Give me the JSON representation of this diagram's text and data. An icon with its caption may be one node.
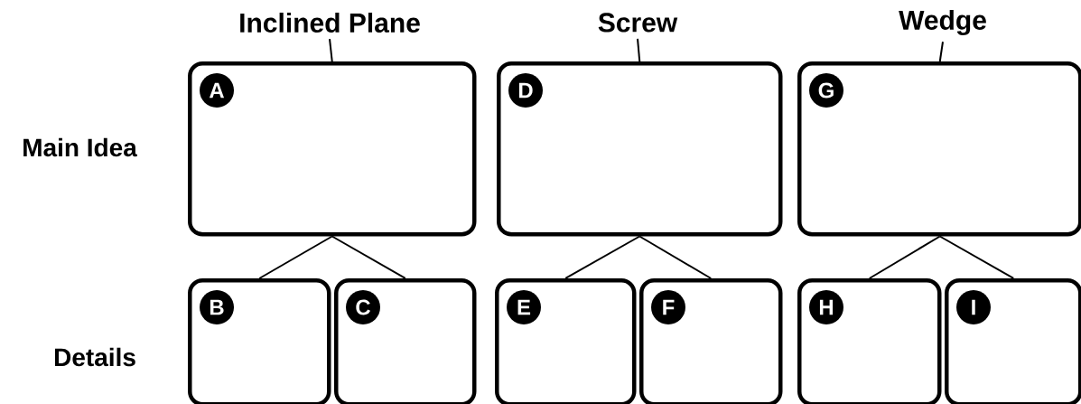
{
  "diagram": {
    "nodes": [
      {
        "text": [
          "Inclined Plane"
        ]
      },
      {
        "text": [
          "A"
        ]
      },
      {
        "text": [
          "B"
        ]
      },
      {
        "text": [
          "C"
        ]
      },
      {
        "text": [
          "Screw"
        ]
      },
      {
        "text": [
          "D"
        ]
      },
      {
        "text": [
          "E"
        ]
      },
      {
        "text": [
          "F"
        ]
      },
      {
        "text": [
          "Wedge"
        ]
      },
      {
        "text": [
          "G"
        ]
      },
      {
        "text": [
          "H"
        ]
      },
      {
        "text": [
          "I"
        ]
      }
    ],
    "edges": [
      {
        "from": 0,
        "to": 1,
        "arrow": "none"
      },
      {
        "from": 1,
        "to": 2,
        "arrow": "none"
      },
      {
        "from": 1,
        "to": 3,
        "arrow": "none"
      },
      {
        "from": 4,
        "to": 5,
        "arrow": "none"
      },
      {
        "from": 5,
        "to": 6,
        "arrow": "none"
      },
      {
        "from": 5,
        "to": 7,
        "arrow": "none"
      },
      {
        "from": 8,
        "to": 9,
        "arrow": "none"
      },
      {
        "from": 9,
        "to": 10,
        "arrow": "none"
      },
      {
        "from": 9,
        "to": 11,
        "arrow": "none"
      }
    ],
    "labels": [
      "Main Idea",
      "Details"
    ]
  }
}
